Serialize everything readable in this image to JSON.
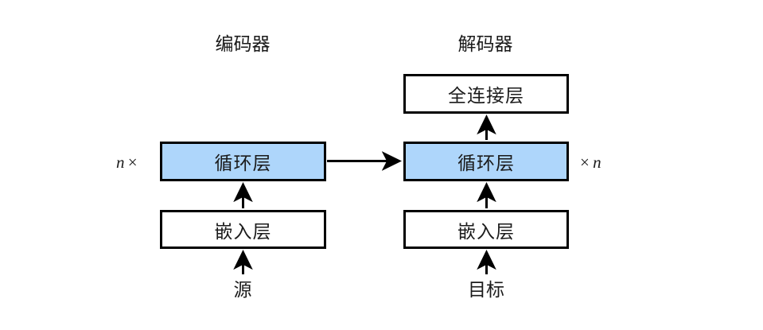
{
  "figure": {
    "columns": [
      {
        "id": "encoder",
        "title": "编码器",
        "multiplier": "n ×",
        "input_label": "源"
      },
      {
        "id": "decoder",
        "title": "解码器",
        "multiplier": "× n",
        "input_label": "目标"
      }
    ],
    "encoder": {
      "title": "编码器",
      "multiplier_prefix": "n",
      "multiplier_times": "×",
      "input_label": "源",
      "nodes": [
        {
          "label": "循环层",
          "fill": "#aed6fb"
        },
        {
          "label": "嵌入层",
          "fill": "#ffffff"
        }
      ]
    },
    "decoder": {
      "title": "解码器",
      "multiplier_times": "×",
      "multiplier_suffix": "n",
      "input_label": "目标",
      "nodes": [
        {
          "label": "全连接层",
          "fill": "#ffffff"
        },
        {
          "label": "循环层",
          "fill": "#aed6fb"
        },
        {
          "label": "嵌入层",
          "fill": "#ffffff"
        }
      ]
    },
    "colors": {
      "recurrent_fill": "#aed6fb",
      "box_fill": "#ffffff",
      "stroke": "#000000",
      "text": "#1b1b1b",
      "background": "#ffffff"
    },
    "connections": [
      {
        "from": "源",
        "to": "嵌入层",
        "direction": "up"
      },
      {
        "from": "嵌入层",
        "to": "循环层",
        "direction": "up"
      },
      {
        "from": "编码器循环层",
        "to": "解码器循环层",
        "direction": "right"
      },
      {
        "from": "目标",
        "to": "嵌入层",
        "direction": "up"
      },
      {
        "from": "嵌入层",
        "to": "循环层",
        "direction": "up"
      },
      {
        "from": "循环层",
        "to": "全连接层",
        "direction": "up"
      }
    ]
  }
}
